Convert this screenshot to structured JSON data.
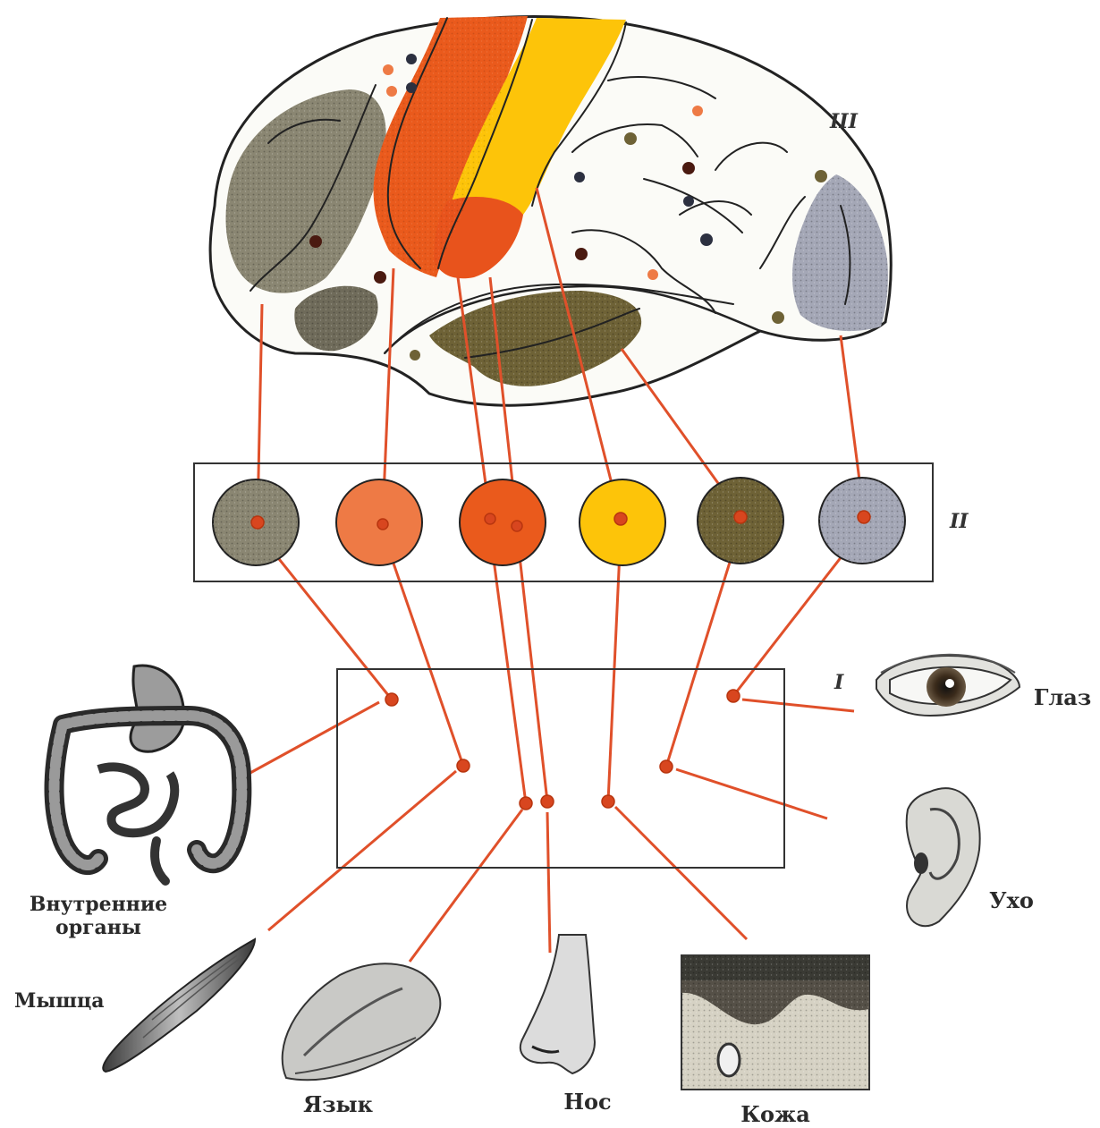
{
  "levels": {
    "level_1": "I",
    "level_2": "II",
    "level_3": "III"
  },
  "organs": {
    "internal_organs_line1": "Внутренние",
    "internal_organs_line2": "органы",
    "muscle": "Мышца",
    "tongue": "Язык",
    "nose": "Нос",
    "skin": "Кожа",
    "ear": "Ухо",
    "eye": "Глаз"
  },
  "colors": {
    "gray_zone": "#8a8672",
    "light_orange_zone": "#ee7a45",
    "orange_zone": "#ea5a1c",
    "yellow_zone": "#fdc409",
    "olive_zone": "#6e6236",
    "blue_gray_zone": "#a4a7b6",
    "pathway": "#e0502a"
  }
}
